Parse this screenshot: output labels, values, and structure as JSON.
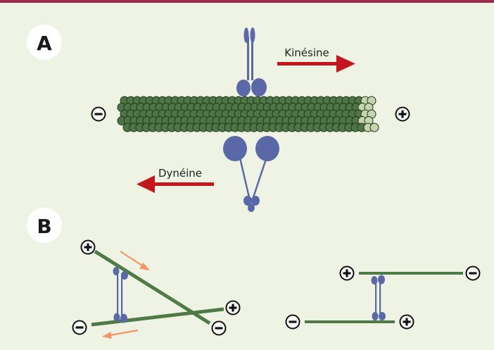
{
  "panels": {
    "a": {
      "label": "A"
    },
    "b": {
      "label": "B"
    }
  },
  "motors": {
    "kinesin": {
      "label": "Kinésine"
    },
    "dynein": {
      "label": "Dynéine"
    }
  },
  "colors": {
    "top_rule": "#9b2c4d",
    "background": "#eef3e3",
    "microtubule_dark": "#4f7547",
    "microtubule_light": "#c6d3ae",
    "motor": "#5b68a7",
    "arrow_red": "#c4161c",
    "arrow_orange": "#f39566",
    "filament": "#4e7a45"
  },
  "icons": {
    "plus": "plus-circle-icon",
    "minus": "minus-circle-icon"
  }
}
